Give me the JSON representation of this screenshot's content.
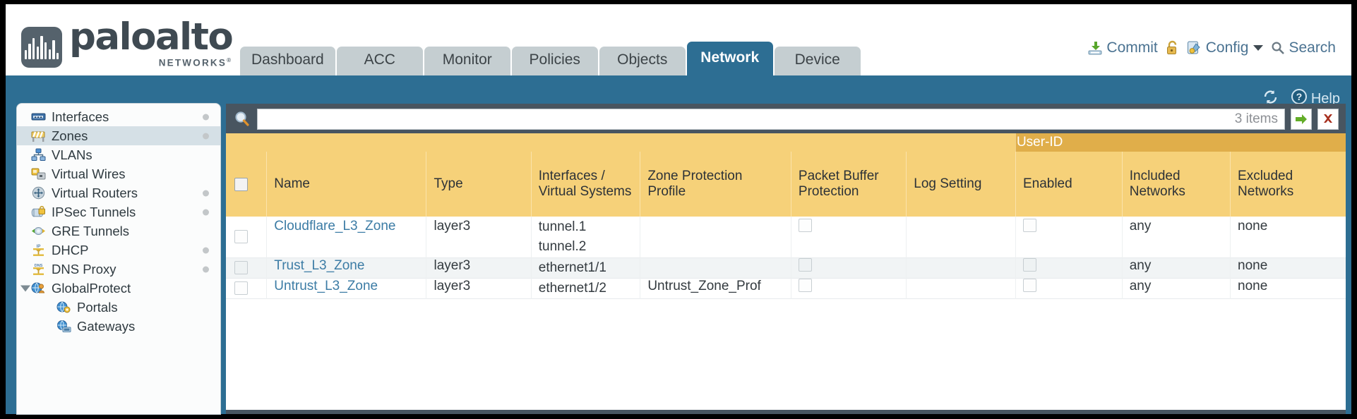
{
  "brand": {
    "name": "paloalto",
    "sub": "NETWORKS",
    "sub_mark": "®"
  },
  "tabs": [
    {
      "label": "Dashboard",
      "active": false
    },
    {
      "label": "ACC",
      "active": false
    },
    {
      "label": "Monitor",
      "active": false
    },
    {
      "label": "Policies",
      "active": false
    },
    {
      "label": "Objects",
      "active": false
    },
    {
      "label": "Network",
      "active": true
    },
    {
      "label": "Device",
      "active": false
    }
  ],
  "header_actions": {
    "commit": "Commit",
    "commit_icon": "commit-download-icon",
    "lock_icon": "lock-icon",
    "config": "Config",
    "config_icon": "config-wrench-icon",
    "config_caret": "chevron-down-icon",
    "search": "Search",
    "search_icon": "search-icon"
  },
  "toolbar": {
    "refresh_icon": "refresh-icon",
    "help": "Help",
    "help_icon": "help-question-icon"
  },
  "sidebar": {
    "items": [
      {
        "label": "Interfaces",
        "icon": "interfaces-icon",
        "selected": false,
        "dot": true,
        "child": false,
        "twisty": false
      },
      {
        "label": "Zones",
        "icon": "zones-icon",
        "selected": true,
        "dot": true,
        "child": false,
        "twisty": false
      },
      {
        "label": "VLANs",
        "icon": "vlans-icon",
        "selected": false,
        "dot": false,
        "child": false,
        "twisty": false
      },
      {
        "label": "Virtual Wires",
        "icon": "virtual-wires-icon",
        "selected": false,
        "dot": false,
        "child": false,
        "twisty": false
      },
      {
        "label": "Virtual Routers",
        "icon": "virtual-routers-icon",
        "selected": false,
        "dot": true,
        "child": false,
        "twisty": false
      },
      {
        "label": "IPSec Tunnels",
        "icon": "ipsec-tunnels-icon",
        "selected": false,
        "dot": true,
        "child": false,
        "twisty": false
      },
      {
        "label": "GRE Tunnels",
        "icon": "gre-tunnels-icon",
        "selected": false,
        "dot": false,
        "child": false,
        "twisty": false
      },
      {
        "label": "DHCP",
        "icon": "dhcp-icon",
        "selected": false,
        "dot": true,
        "child": false,
        "twisty": false
      },
      {
        "label": "DNS Proxy",
        "icon": "dns-proxy-icon",
        "selected": false,
        "dot": true,
        "child": false,
        "twisty": false
      },
      {
        "label": "GlobalProtect",
        "icon": "globalprotect-icon",
        "selected": false,
        "dot": false,
        "child": false,
        "twisty": true
      },
      {
        "label": "Portals",
        "icon": "portals-icon",
        "selected": false,
        "dot": false,
        "child": true,
        "twisty": false
      },
      {
        "label": "Gateways",
        "icon": "gateways-icon",
        "selected": false,
        "dot": false,
        "child": true,
        "twisty": false
      }
    ]
  },
  "search": {
    "value": "",
    "placeholder": "",
    "items_count": "3 items",
    "apply_icon": "apply-arrow-icon",
    "clear_icon": "clear-x-icon",
    "magnifier_icon": "search-magnifier-icon"
  },
  "table": {
    "group_header": "User-ID",
    "columns": [
      "Name",
      "Type",
      "Interfaces / Virtual Systems",
      "Zone Protection Profile",
      "Packet Buffer Protection",
      "Log Setting",
      "Enabled",
      "Included Networks",
      "Excluded Networks"
    ],
    "rows": [
      {
        "checked": false,
        "name": "Cloudflare_L3_Zone",
        "type": "layer3",
        "interfaces": [
          "tunnel.1",
          "tunnel.2"
        ],
        "zone_protection_profile": "",
        "packet_buffer_protection": false,
        "log_setting": "",
        "userid_enabled": false,
        "included_networks": "any",
        "excluded_networks": "none"
      },
      {
        "checked": false,
        "name": "Trust_L3_Zone",
        "type": "layer3",
        "interfaces": [
          "ethernet1/1"
        ],
        "zone_protection_profile": "",
        "packet_buffer_protection": false,
        "log_setting": "",
        "userid_enabled": false,
        "included_networks": "any",
        "excluded_networks": "none"
      },
      {
        "checked": false,
        "name": "Untrust_L3_Zone",
        "type": "layer3",
        "interfaces": [
          "ethernet1/2"
        ],
        "zone_protection_profile": "Untrust_Zone_Prof",
        "packet_buffer_protection": false,
        "log_setting": "",
        "userid_enabled": false,
        "included_networks": "any",
        "excluded_networks": "none"
      }
    ]
  },
  "colors": {
    "brand_blue": "#2d6e93",
    "header_gold": "#f6d179",
    "group_gold": "#e0ae4a",
    "link_blue": "#3c7ca5",
    "panel_dark": "#485560"
  }
}
